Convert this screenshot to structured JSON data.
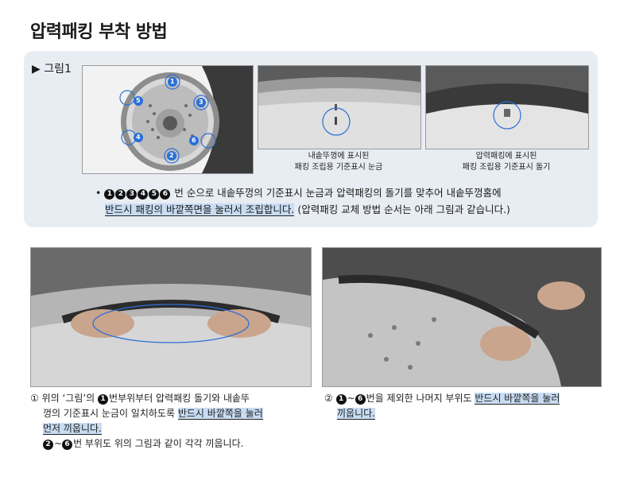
{
  "title": "압력패킹 부착 방법",
  "figure_label": "▶ 그림1",
  "captions": {
    "marker": [
      "내솥뚜껑에 표시된",
      "패킹 조립용 기준표시 눈금"
    ],
    "protrusion": [
      "압력패킹에 표시된",
      "패킹 조립용 기준표시 돌기"
    ]
  },
  "numbers": [
    "1",
    "2",
    "3",
    "4",
    "5",
    "6"
  ],
  "note": {
    "bullet": "•",
    "line1": "번 순으로 내솥뚜껑의 기준표시 눈금과 압력패킹의 돌기를 맞추어 내솥뚜껑홈에",
    "line2_highlight": "반드시 패킹의 바깥쪽면을 눌러서 조립합니다.",
    "line2_rest": "(압력패킹 교체 방법 순서는 아래 그림과 같습니다.)"
  },
  "step1": {
    "prefix": "① 위의 ‘그림’의",
    "text_a": "번부위부터 압력패킹 돌기와 내솥뚜",
    "text_b": "껑의 기준표시 눈금이 일치하도록",
    "highlight_a": "반드시 바깥쪽을 눌러",
    "highlight_b": "먼저 끼웁니다.",
    "range_sep": "~",
    "text_c": "번 부위도 위의 그림과 같이 각각 끼웁니다."
  },
  "step2": {
    "prefix": "②",
    "range_sep": "~",
    "text_a": "번을 제외한 나머지 부위도",
    "highlight_a": "반드시 바깥쪽을 눌러",
    "highlight_b": "끼웁니다."
  }
}
